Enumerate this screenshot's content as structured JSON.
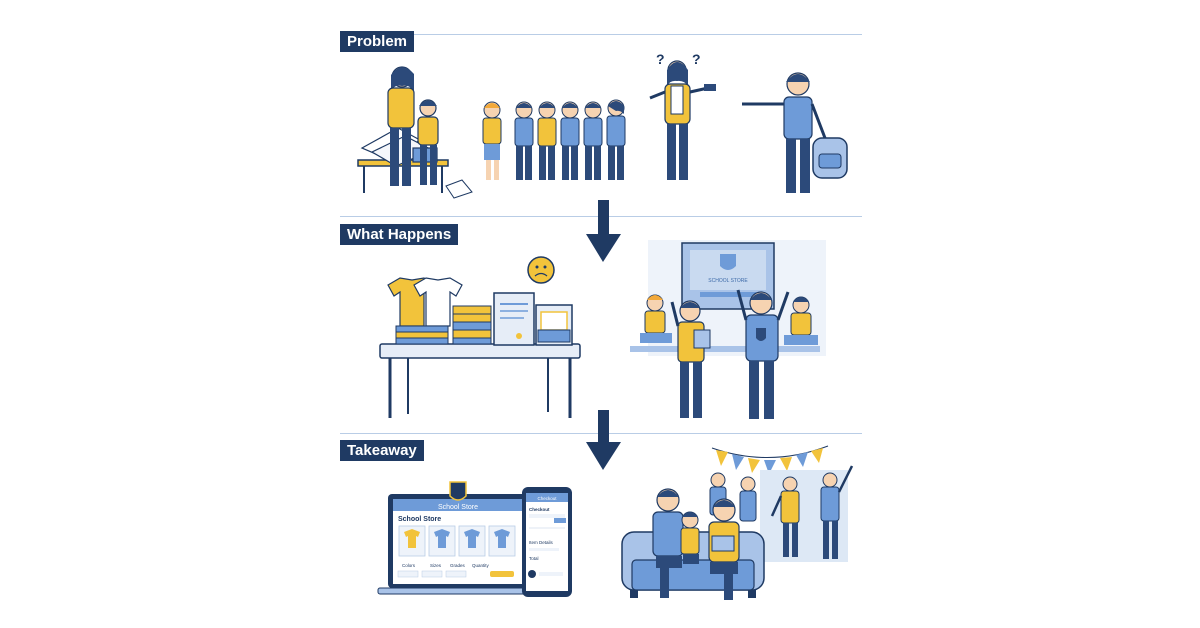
{
  "sections": [
    {
      "label": "Problem"
    },
    {
      "label": "What Happens"
    },
    {
      "label": "Takeaway"
    }
  ],
  "problem": {
    "confused_marks": "? ?"
  },
  "what_happens": {
    "banner_text": "SCHOOL STORE"
  },
  "takeaway": {
    "laptop": {
      "header": "School Store",
      "title": "School Store",
      "filters": [
        "Colors",
        "Sizes",
        "Grades",
        "Quantity"
      ]
    },
    "phone": {
      "header": "Checkout",
      "items": [
        "Checkout",
        "Item Details",
        "Total"
      ]
    }
  },
  "colors": {
    "navy": "#1f3a63",
    "blue": "#6e9bd8",
    "yellow": "#f2c33b",
    "skin": "#f6d3b1",
    "hair": "#2c4a7a"
  }
}
